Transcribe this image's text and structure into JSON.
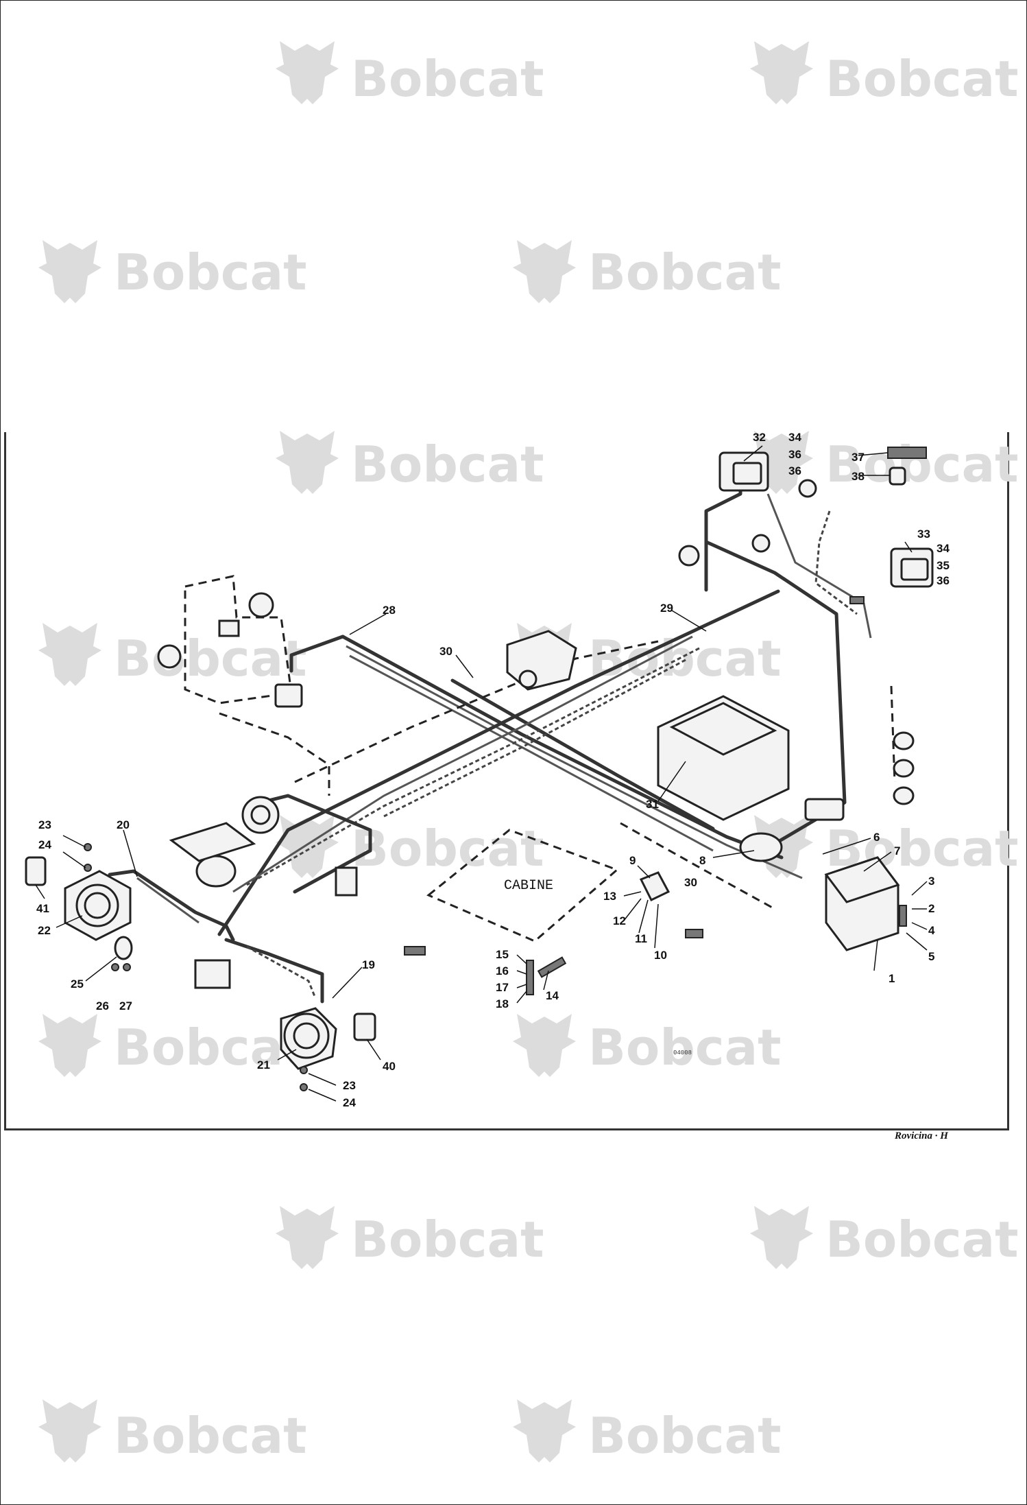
{
  "watermark": {
    "brand": "Bobcat",
    "reg": "®"
  },
  "diagram": {
    "cab_label": "CABINE",
    "drawing_code": "04008",
    "signature": "Rovicina · H",
    "callouts": [
      "1",
      "2",
      "3",
      "4",
      "5",
      "6",
      "7",
      "8",
      "9",
      "10",
      "11",
      "12",
      "13",
      "14",
      "15",
      "16",
      "17",
      "18",
      "19",
      "20",
      "21",
      "22",
      "23",
      "24",
      "25",
      "26",
      "27",
      "28",
      "29",
      "30",
      "31",
      "32",
      "33",
      "34",
      "35",
      "36",
      "37",
      "38",
      "40",
      "41"
    ]
  }
}
